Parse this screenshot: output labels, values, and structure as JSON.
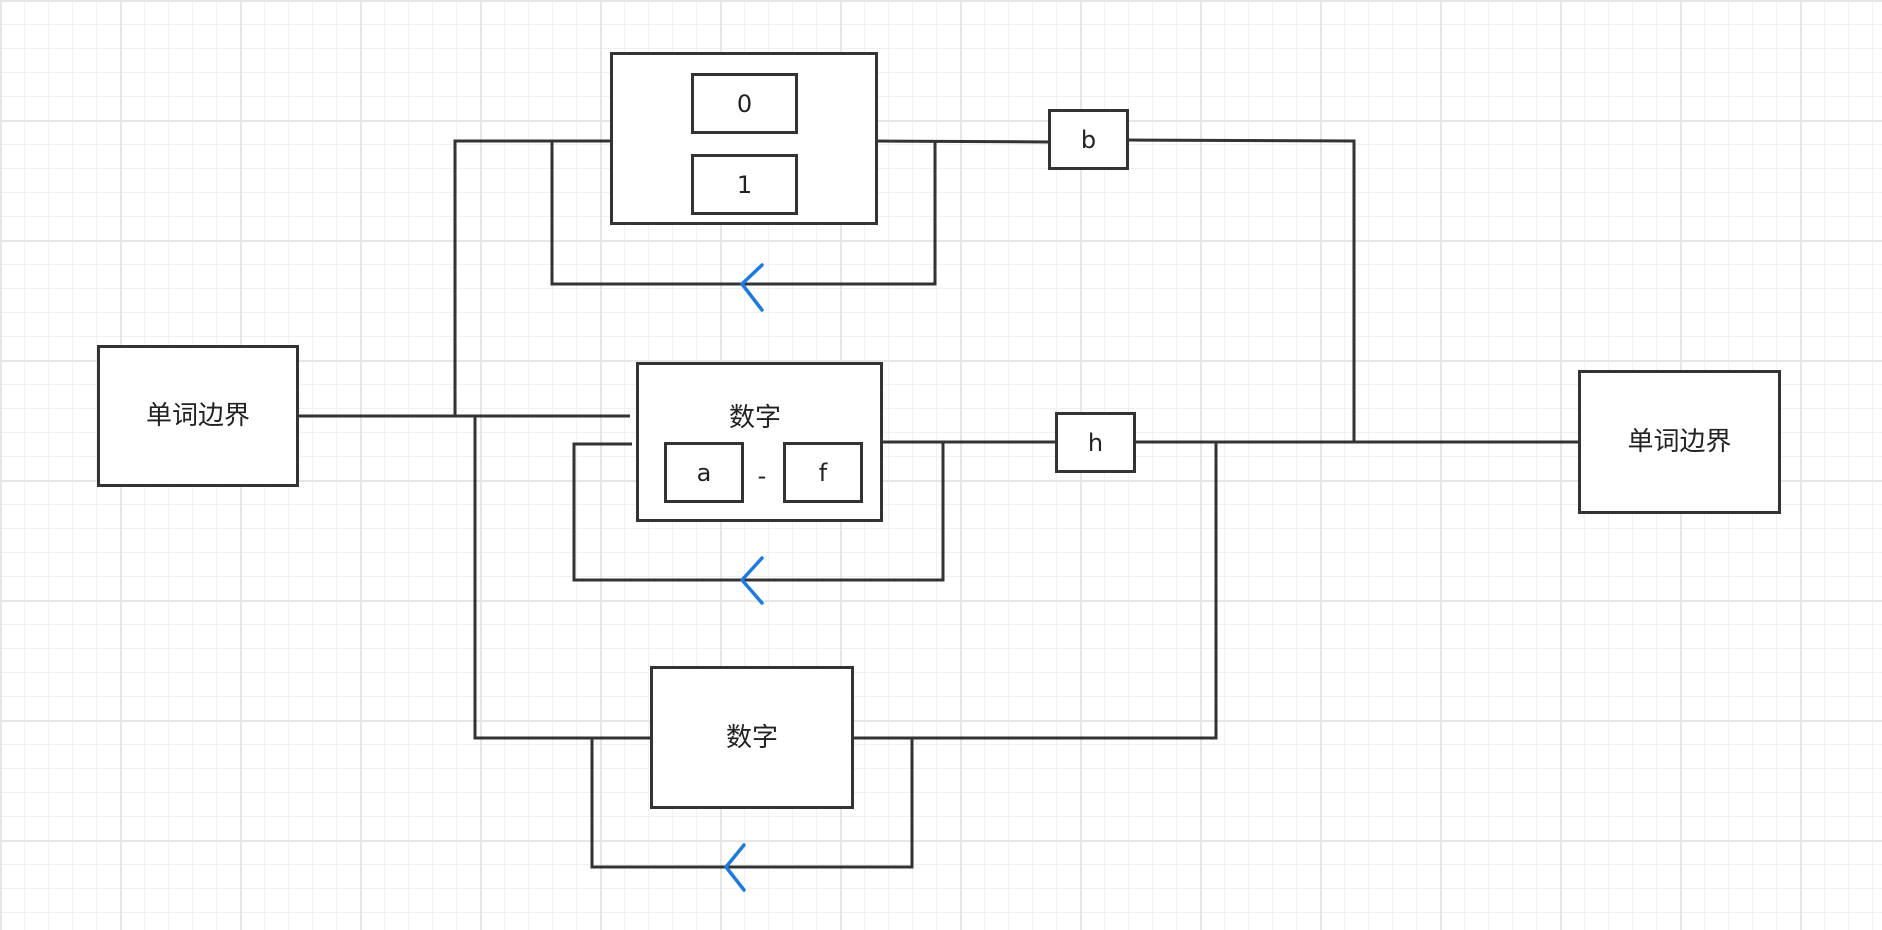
{
  "boundary_start": {
    "label": "单词边界"
  },
  "boundary_end": {
    "label": "单词边界"
  },
  "binary_group": {
    "zero": "0",
    "one": "1"
  },
  "char_b": "b",
  "hex_group": {
    "title": "数字",
    "from": "a",
    "dash": "-",
    "to": "f"
  },
  "char_h": "h",
  "digit_group": {
    "title": "数字"
  },
  "colors": {
    "line": "#333333",
    "loop_arrow": "#1f7ae0",
    "grid_major": "#e6e6e6",
    "grid_minor": "#f1f1f1"
  },
  "icons": {
    "loop_arrow": "chevron-left-icon"
  }
}
